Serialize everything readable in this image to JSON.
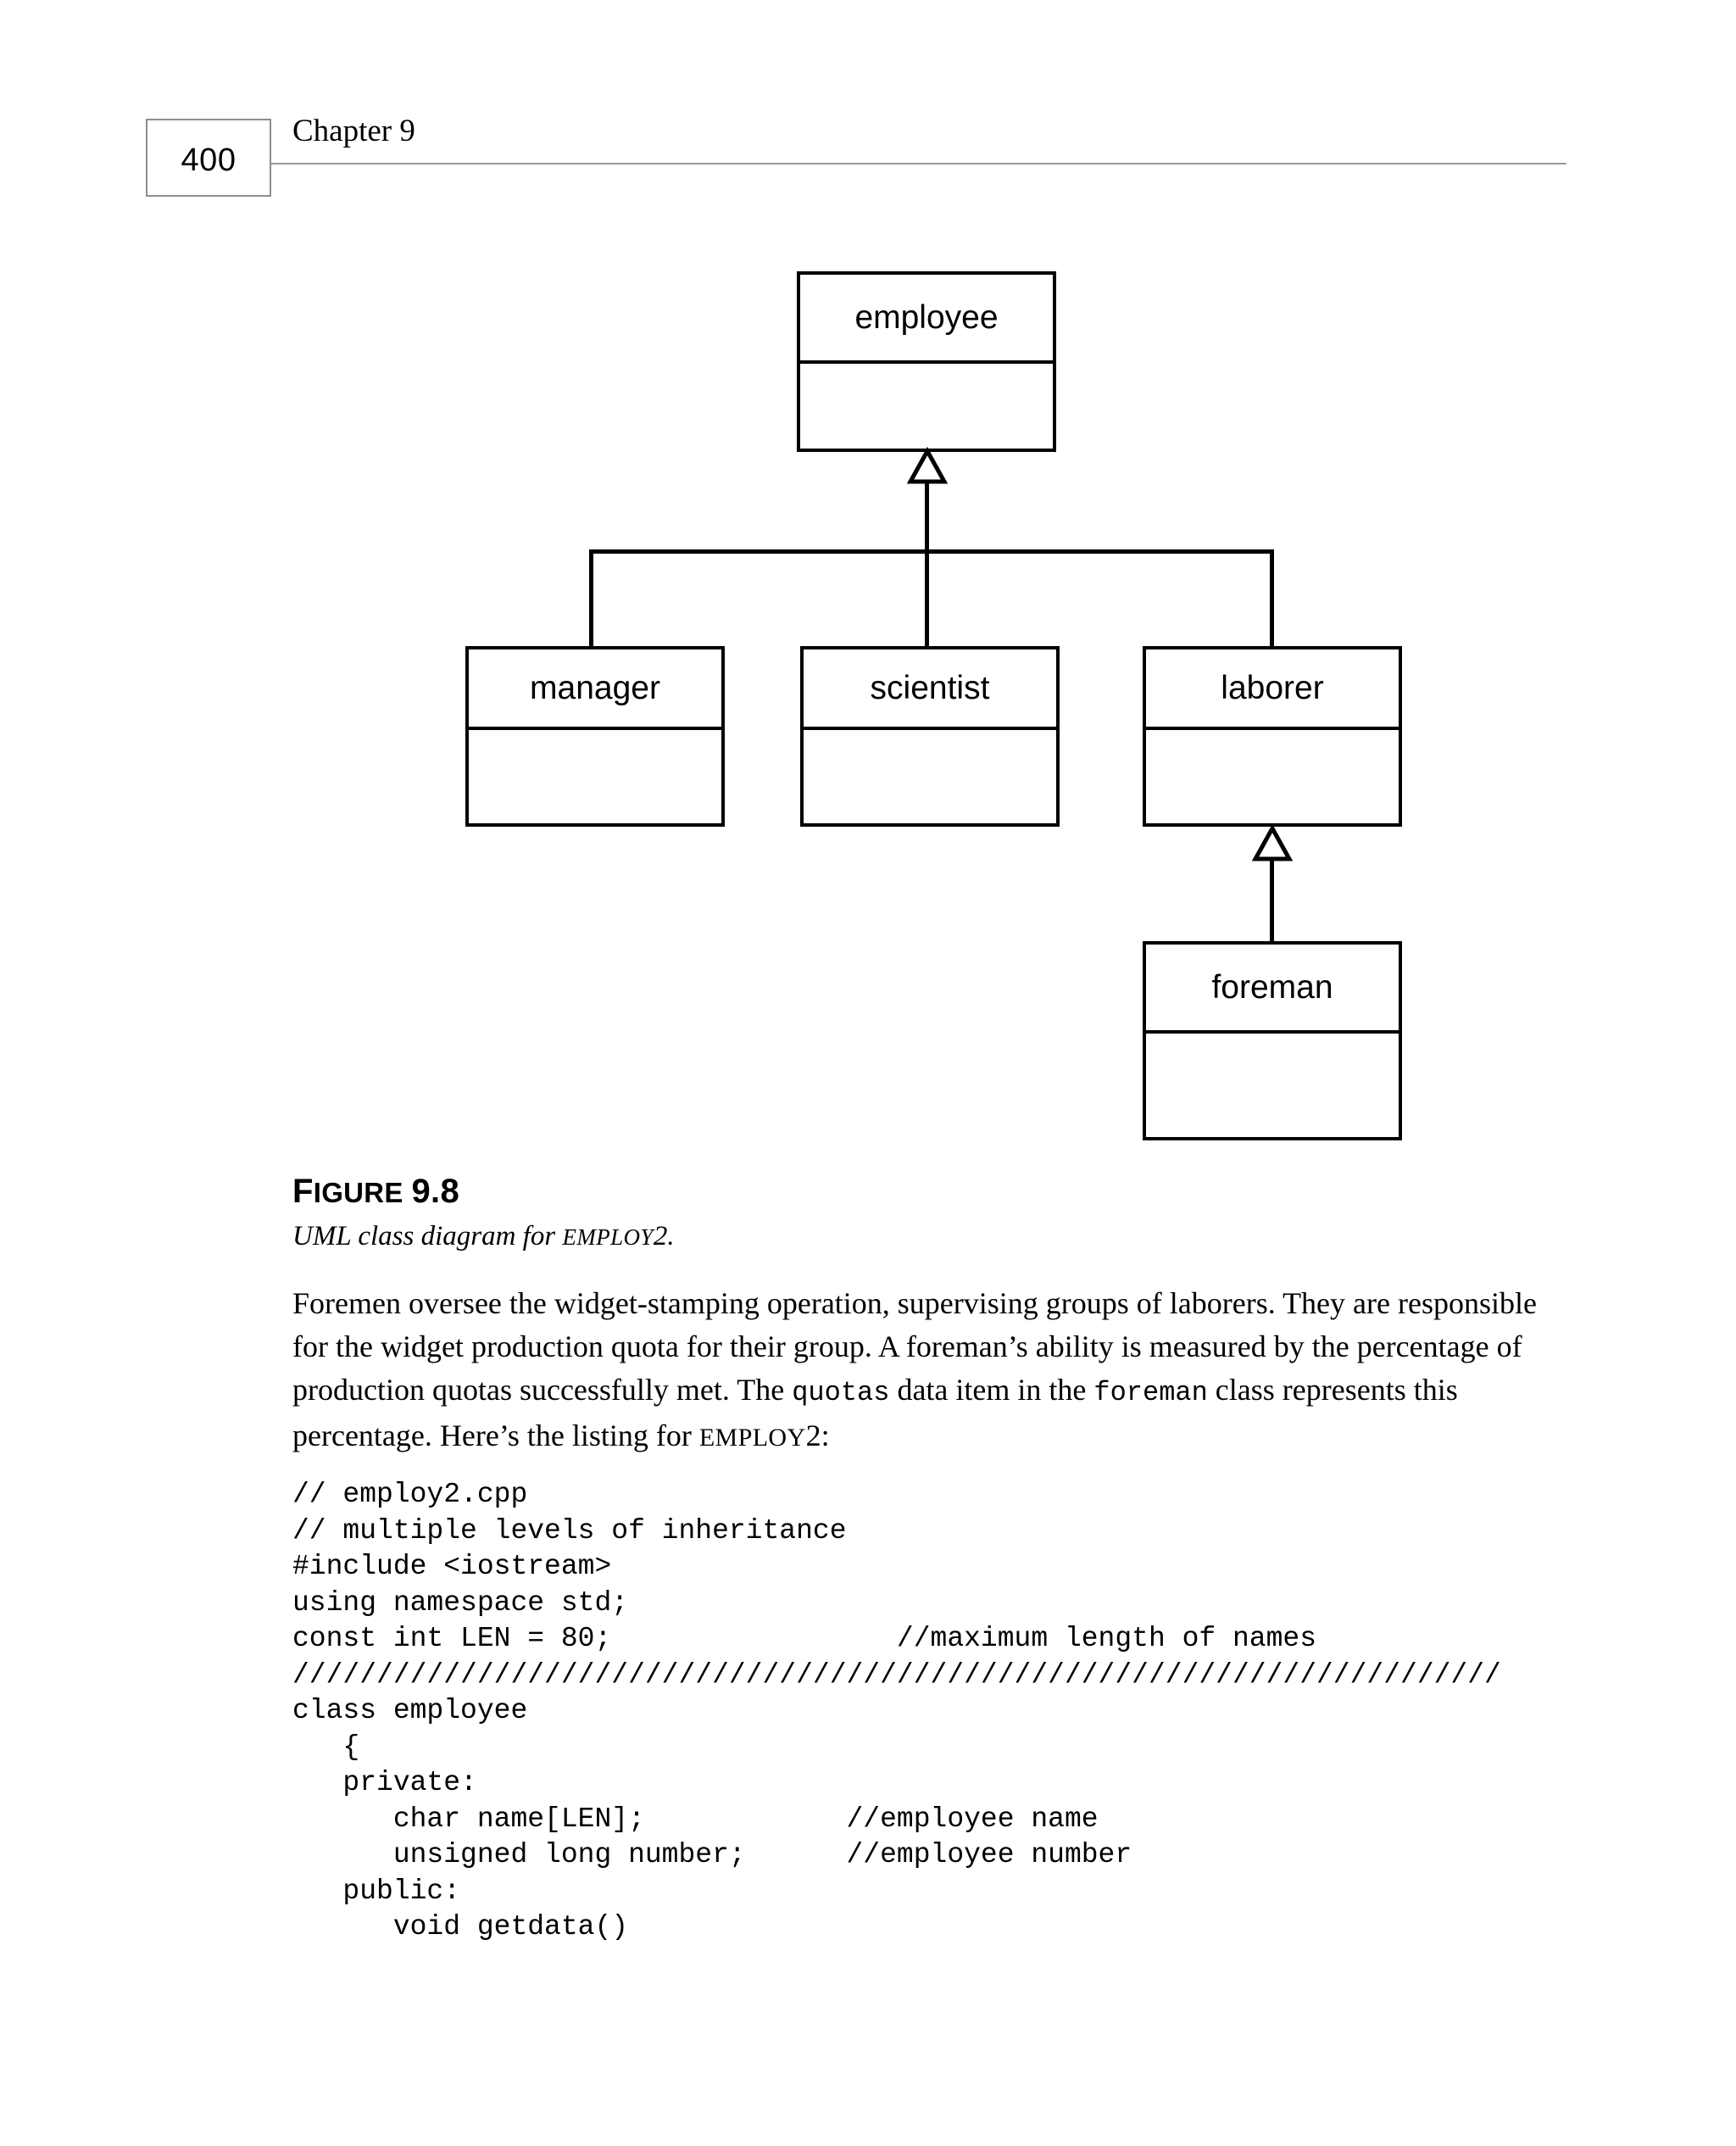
{
  "header": {
    "page_number": "400",
    "chapter": "Chapter 9"
  },
  "diagram": {
    "title": "UML class diagram",
    "classes": [
      {
        "id": "employee",
        "name": "employee"
      },
      {
        "id": "manager",
        "name": "manager"
      },
      {
        "id": "scientist",
        "name": "scientist"
      },
      {
        "id": "laborer",
        "name": "laborer"
      },
      {
        "id": "foreman",
        "name": "foreman"
      }
    ],
    "generalizations": [
      {
        "child": "manager",
        "parent": "employee"
      },
      {
        "child": "scientist",
        "parent": "employee"
      },
      {
        "child": "laborer",
        "parent": "employee"
      },
      {
        "child": "foreman",
        "parent": "laborer"
      }
    ]
  },
  "figure": {
    "label_word": "F",
    "label_rest": "IGURE",
    "label_number": "9.8",
    "caption_pre": "UML class diagram for ",
    "caption_sc": "EMPLOY",
    "caption_post": "2."
  },
  "paragraph": {
    "seg1": "Foremen oversee the widget-stamping operation, supervising groups of laborers. They are responsible for the widget production quota for their group. A foreman’s ability is measured by the percentage of production quotas successfully met. The ",
    "code1": "quotas",
    "seg2": " data item in the ",
    "code2": "foreman",
    "seg3": " class represents this percentage. Here’s the listing for ",
    "sc1": "EMPLOY",
    "seg4": "2:"
  },
  "code": {
    "lines": [
      "// employ2.cpp",
      "// multiple levels of inheritance",
      "#include <iostream>",
      "using namespace std;",
      "const int LEN = 80;                 //maximum length of names",
      "////////////////////////////////////////////////////////////////////////",
      "class employee",
      "   {",
      "   private:",
      "      char name[LEN];            //employee name",
      "      unsigned long number;      //employee number",
      "   public:",
      "      void getdata()"
    ]
  },
  "colors": {
    "ink": "#000000",
    "rule": "#9a9a9a",
    "page_box_border": "#8d8d8d",
    "background": "#ffffff"
  }
}
